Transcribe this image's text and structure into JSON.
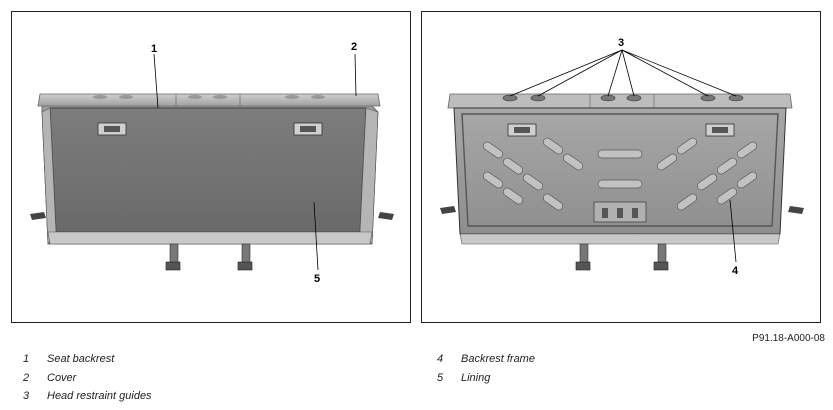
{
  "figure": {
    "reference_code": "P91.18-A000-08"
  },
  "callouts": {
    "left": [
      "1",
      "2",
      "5"
    ],
    "right": [
      "3",
      "4"
    ]
  },
  "legend": {
    "left": [
      {
        "num": "1",
        "text": "Seat backrest"
      },
      {
        "num": "2",
        "text": "Cover"
      },
      {
        "num": "3",
        "text": "Head restraint guides"
      }
    ],
    "right": [
      {
        "num": "4",
        "text": "Backrest frame"
      },
      {
        "num": "5",
        "text": "Lining"
      }
    ]
  },
  "colors": {
    "panel_border": "#222222",
    "part_dark": "#5a5a5a",
    "part_mid": "#8a8a8a",
    "part_light": "#b8b8b8"
  }
}
